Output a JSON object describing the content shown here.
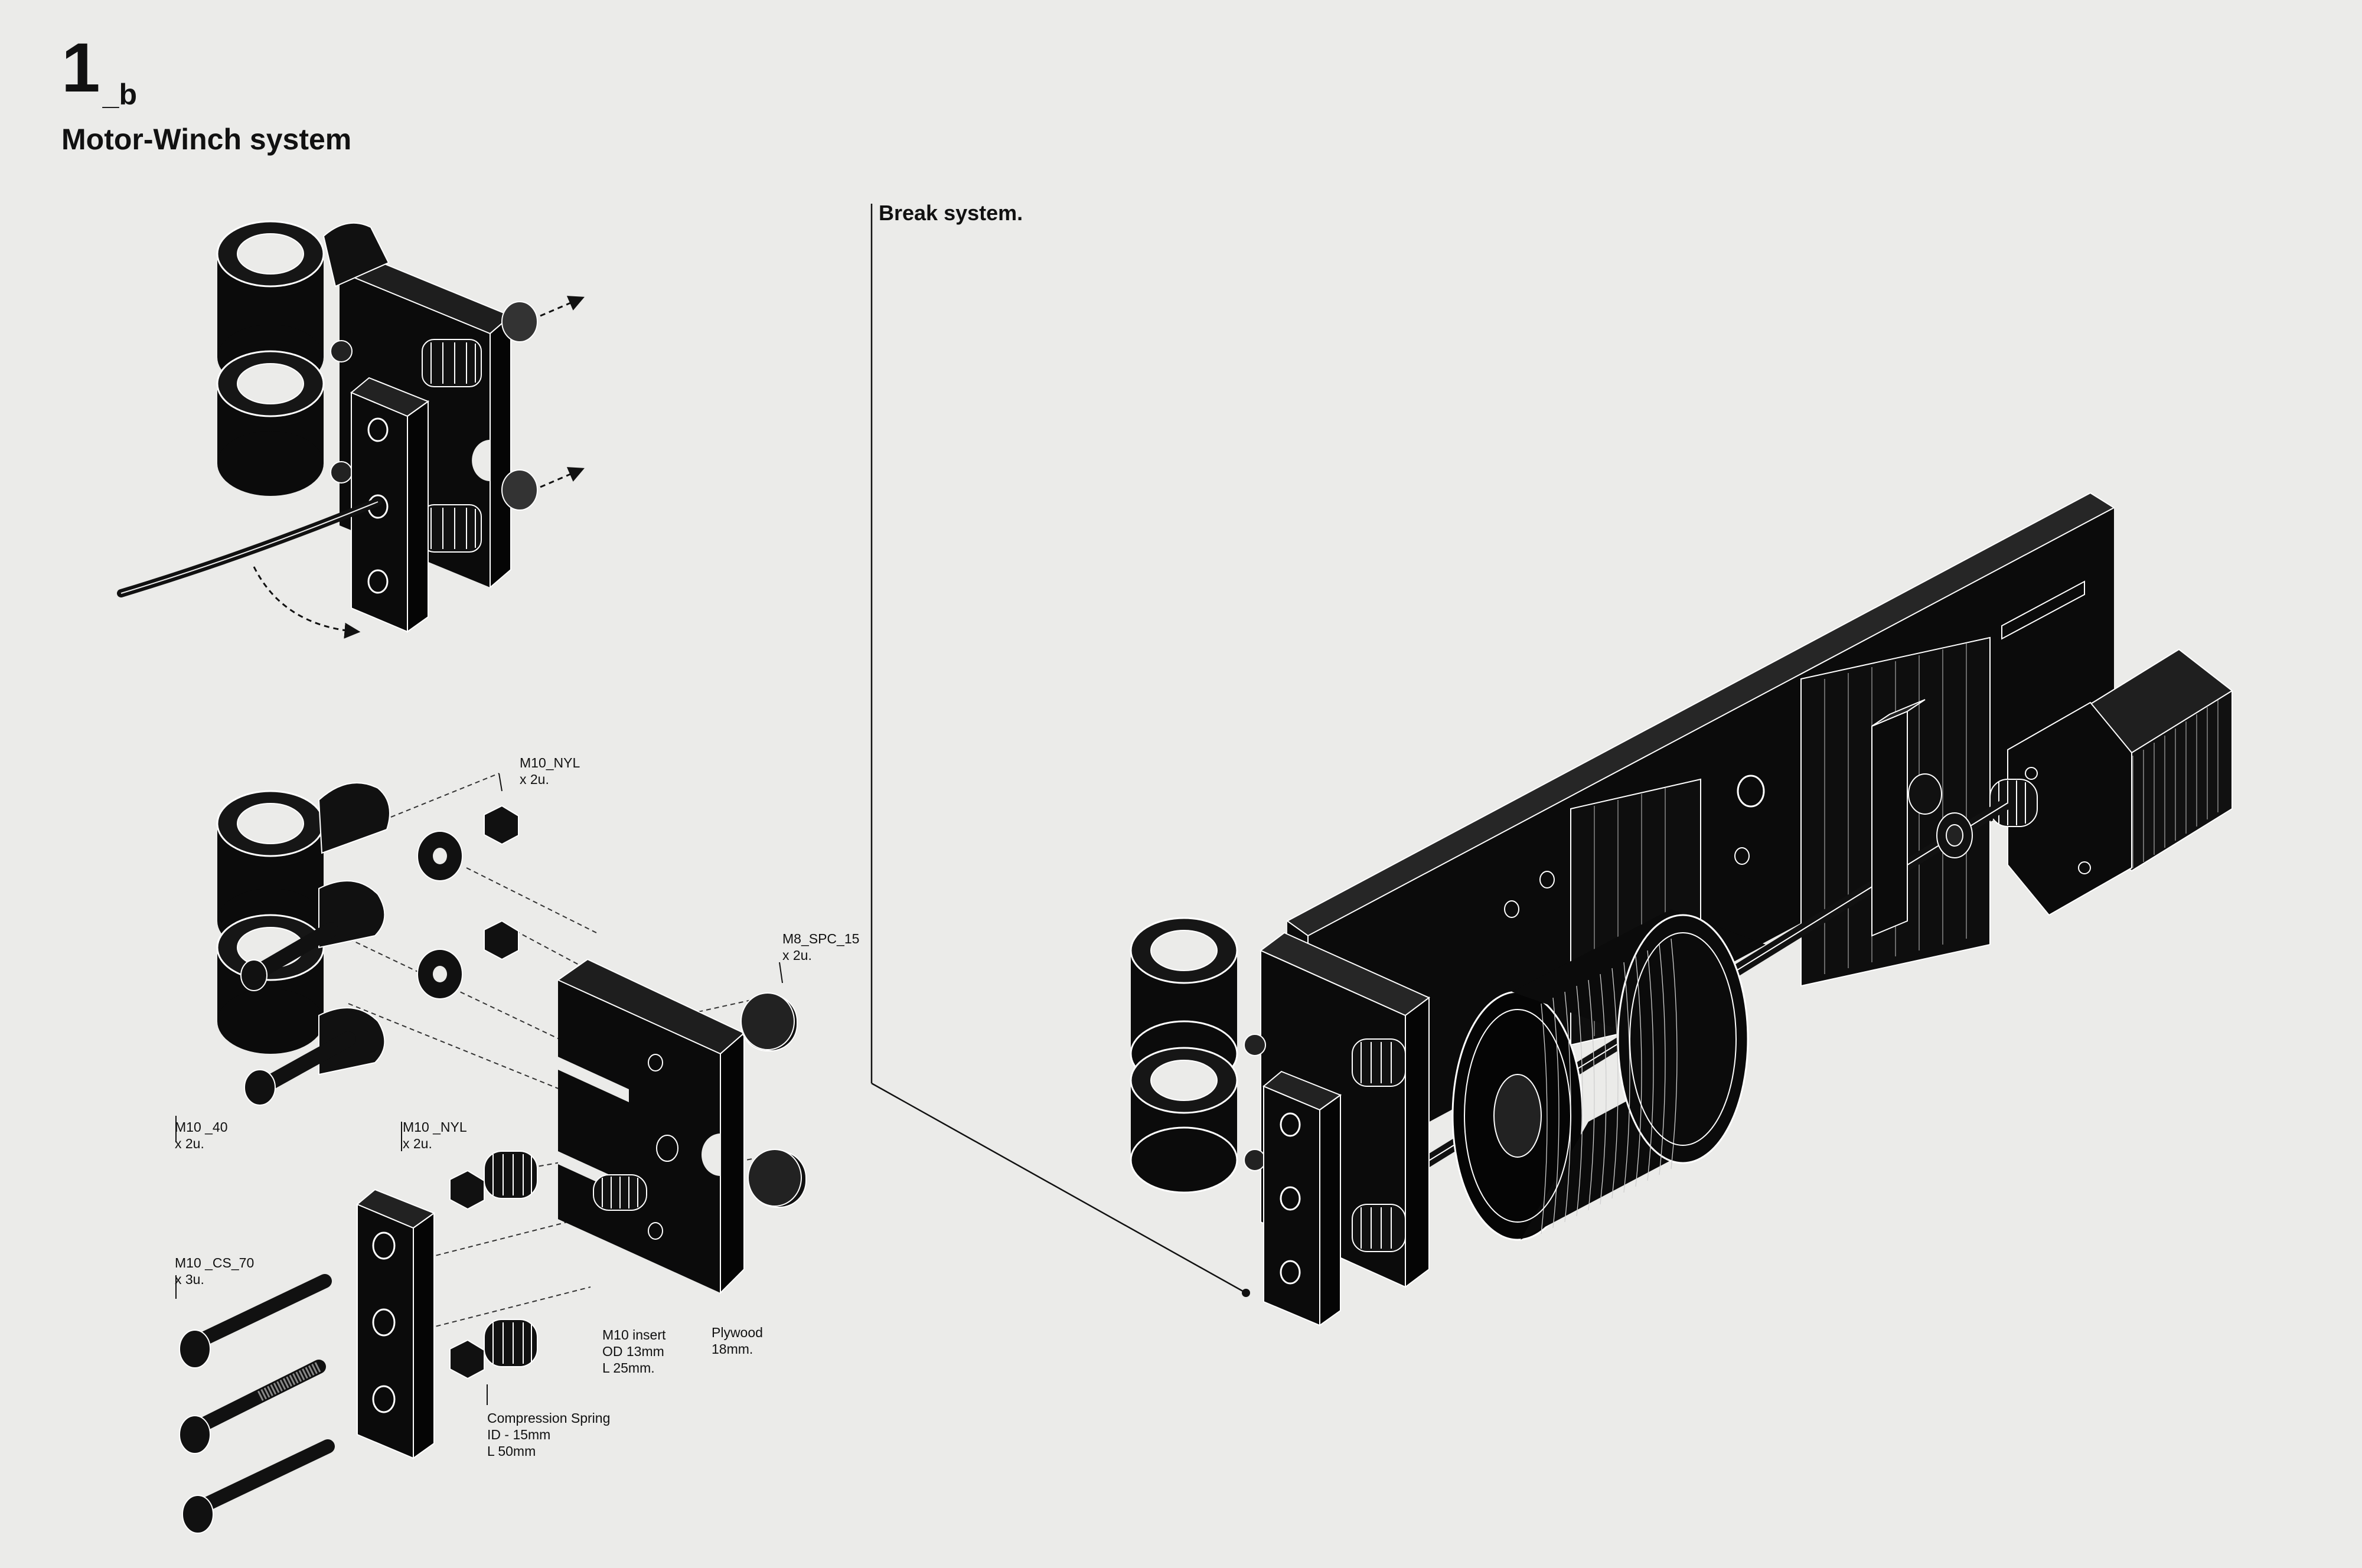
{
  "header": {
    "figure_number": "1",
    "figure_suffix": "_b",
    "title": "Motor-Winch system"
  },
  "callout": {
    "brake_label": "Break system."
  },
  "parts": {
    "m10_nyl_top": {
      "name": "M10_NYL",
      "qty": "x 2u."
    },
    "m8_spc_15": {
      "name": "M8_SPC_15",
      "qty": "x 2u."
    },
    "m10_40": {
      "name": "M10 _40",
      "qty": "x 2u."
    },
    "m10_nyl_bottom": {
      "name": "M10 _NYL",
      "qty": "x 2u."
    },
    "m10_cs_70": {
      "name": "M10 _CS_70",
      "qty": "x 3u."
    },
    "m10_insert": {
      "name": "M10 insert",
      "line2": "OD 13mm",
      "line3": "L 25mm."
    },
    "plywood": {
      "name": "Plywood",
      "line2": "18mm."
    },
    "spring": {
      "name": "Compression Spring",
      "line2": "ID - 15mm",
      "line3": "L 50mm"
    }
  },
  "colors": {
    "background": "#ebebe9",
    "ink": "#0b0b0b",
    "line": "#ffffff"
  }
}
